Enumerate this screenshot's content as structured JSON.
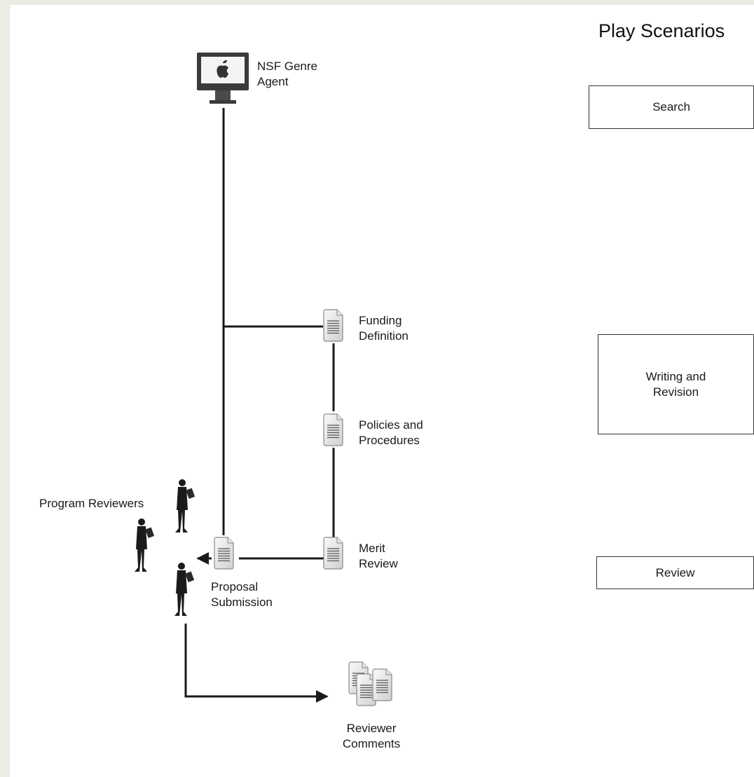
{
  "title": "Play Scenarios",
  "scenarios": [
    {
      "label": "Search"
    },
    {
      "label": "Writing and\nRevision"
    },
    {
      "label": "Review"
    }
  ],
  "nodes": {
    "agent": {
      "label": "NSF Genre\nAgent",
      "icon": "computer-monitor-icon"
    },
    "funding": {
      "label": "Funding\nDefinition",
      "icon": "document-icon"
    },
    "policies": {
      "label": "Policies and\nProcedures",
      "icon": "document-icon"
    },
    "merit": {
      "label": "Merit\nReview",
      "icon": "document-icon"
    },
    "proposal": {
      "label": "Proposal\nSubmission",
      "icon": "document-icon"
    },
    "reviewers": {
      "label": "Program Reviewers",
      "icon": "businessman-icon"
    },
    "comments": {
      "label": "Reviewer\nComments",
      "icon": "stacked-documents-icon"
    }
  },
  "colors": {
    "background": "#ecebe4",
    "canvas": "#ffffff",
    "line": "#1a1a1a",
    "monitor": "#3a3a3a",
    "document": "#eeeeee"
  }
}
